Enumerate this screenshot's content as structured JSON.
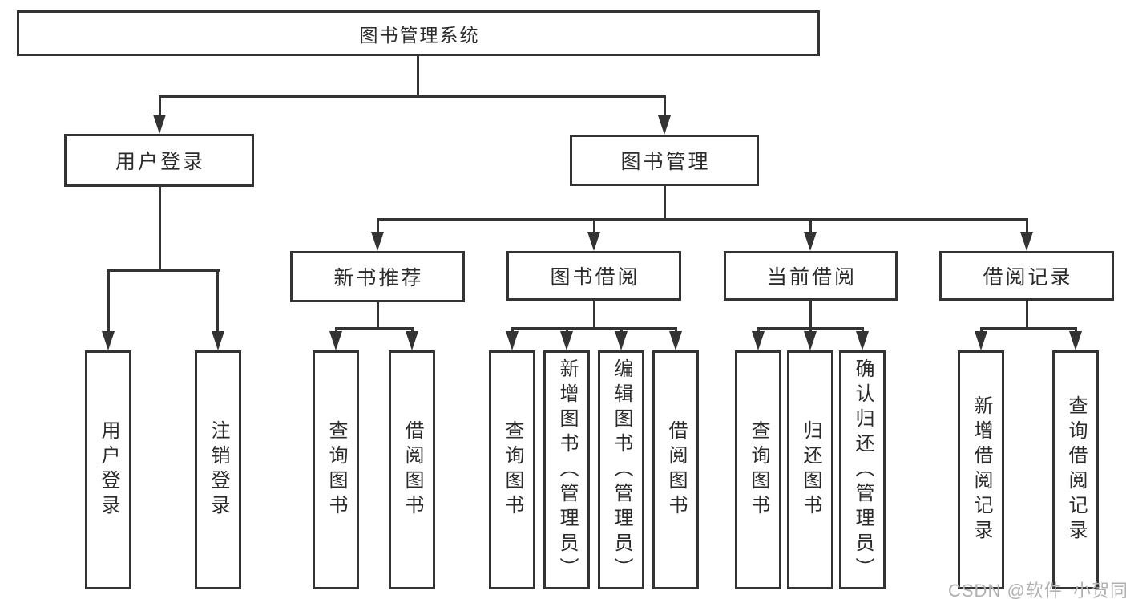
{
  "diagram": {
    "type": "hierarchy-tree",
    "title": "图书管理系统",
    "watermark": "CSDN @软件_小贺同学",
    "colors": {
      "line": "#333333",
      "border": "#333333",
      "text": "#2b2b2b",
      "background": "#ffffff",
      "watermark": "#b1b1b1"
    },
    "nodes": {
      "root": {
        "label": "图书管理系统"
      },
      "user_login": {
        "label": "用户登录"
      },
      "book_mgmt": {
        "label": "图书管理"
      },
      "leaf_user_login": {
        "label": "用户登录"
      },
      "leaf_logout": {
        "label": "注销登录"
      },
      "new_book": {
        "label": "新书推荐"
      },
      "book_borrow": {
        "label": "图书借阅"
      },
      "current_borrow": {
        "label": "当前借阅"
      },
      "borrow_record": {
        "label": "借阅记录"
      },
      "nb_query": {
        "label": "查询图书"
      },
      "nb_borrow": {
        "label": "借阅图书"
      },
      "bb_query": {
        "label": "查询图书"
      },
      "bb_add": {
        "label": "新增图书（管理员）"
      },
      "bb_edit": {
        "label": "编辑图书（管理员）"
      },
      "bb_borrow": {
        "label": "借阅图书"
      },
      "cb_query": {
        "label": "查询图书"
      },
      "cb_return": {
        "label": "归还图书"
      },
      "cb_confirm": {
        "label": "确认归还（管理员）"
      },
      "br_add": {
        "label": "新增借阅记录"
      },
      "br_query": {
        "label": "查询借阅记录"
      }
    },
    "structure": {
      "root": [
        "user_login",
        "book_mgmt"
      ],
      "user_login": [
        "leaf_user_login",
        "leaf_logout"
      ],
      "book_mgmt": [
        "new_book",
        "book_borrow",
        "current_borrow",
        "borrow_record"
      ],
      "new_book": [
        "nb_query",
        "nb_borrow"
      ],
      "book_borrow": [
        "bb_query",
        "bb_add",
        "bb_edit",
        "bb_borrow"
      ],
      "current_borrow": [
        "cb_query",
        "cb_return",
        "cb_confirm"
      ],
      "borrow_record": [
        "br_add",
        "br_query"
      ]
    }
  }
}
